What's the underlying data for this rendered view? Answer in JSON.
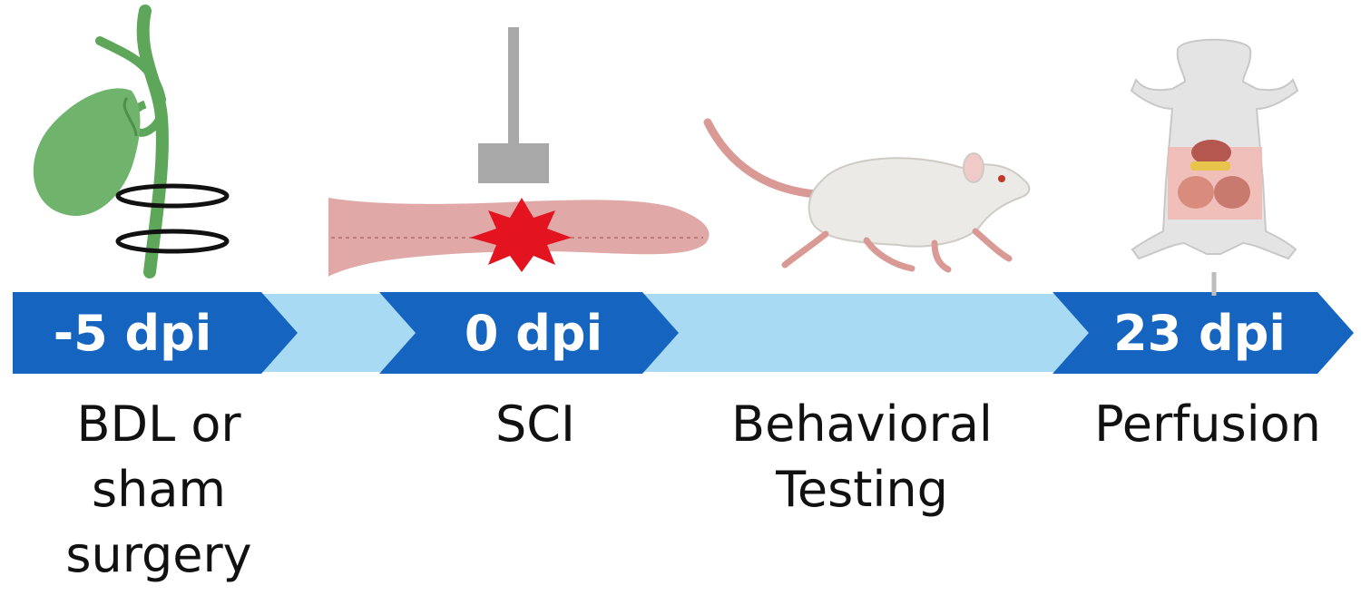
{
  "colors": {
    "arrow_dark": "#1565C0",
    "arrow_light": "#A9DAF4",
    "gallbladder": "#6FB36C",
    "spinal_cord": "#E1A8A8",
    "injury": "#E3141F",
    "impactor": "#A8A8A8",
    "rat": "#ECEAE6",
    "rat_tail": "#D99A96"
  },
  "timeline": [
    {
      "time_label": "-5 dpi",
      "event_lines": [
        "BDL or",
        "sham",
        "surgery"
      ],
      "icon": "gallbladder-ligation-icon"
    },
    {
      "time_label": "0 dpi",
      "event_lines": [
        "SCI"
      ],
      "icon": "spinal-cord-impact-icon"
    },
    {
      "time_label": "",
      "event_lines": [
        "Behavioral",
        "Testing"
      ],
      "icon": "walking-rat-icon"
    },
    {
      "time_label": "23 dpi",
      "event_lines": [
        "Perfusion"
      ],
      "icon": "dissected-rat-icon"
    }
  ]
}
